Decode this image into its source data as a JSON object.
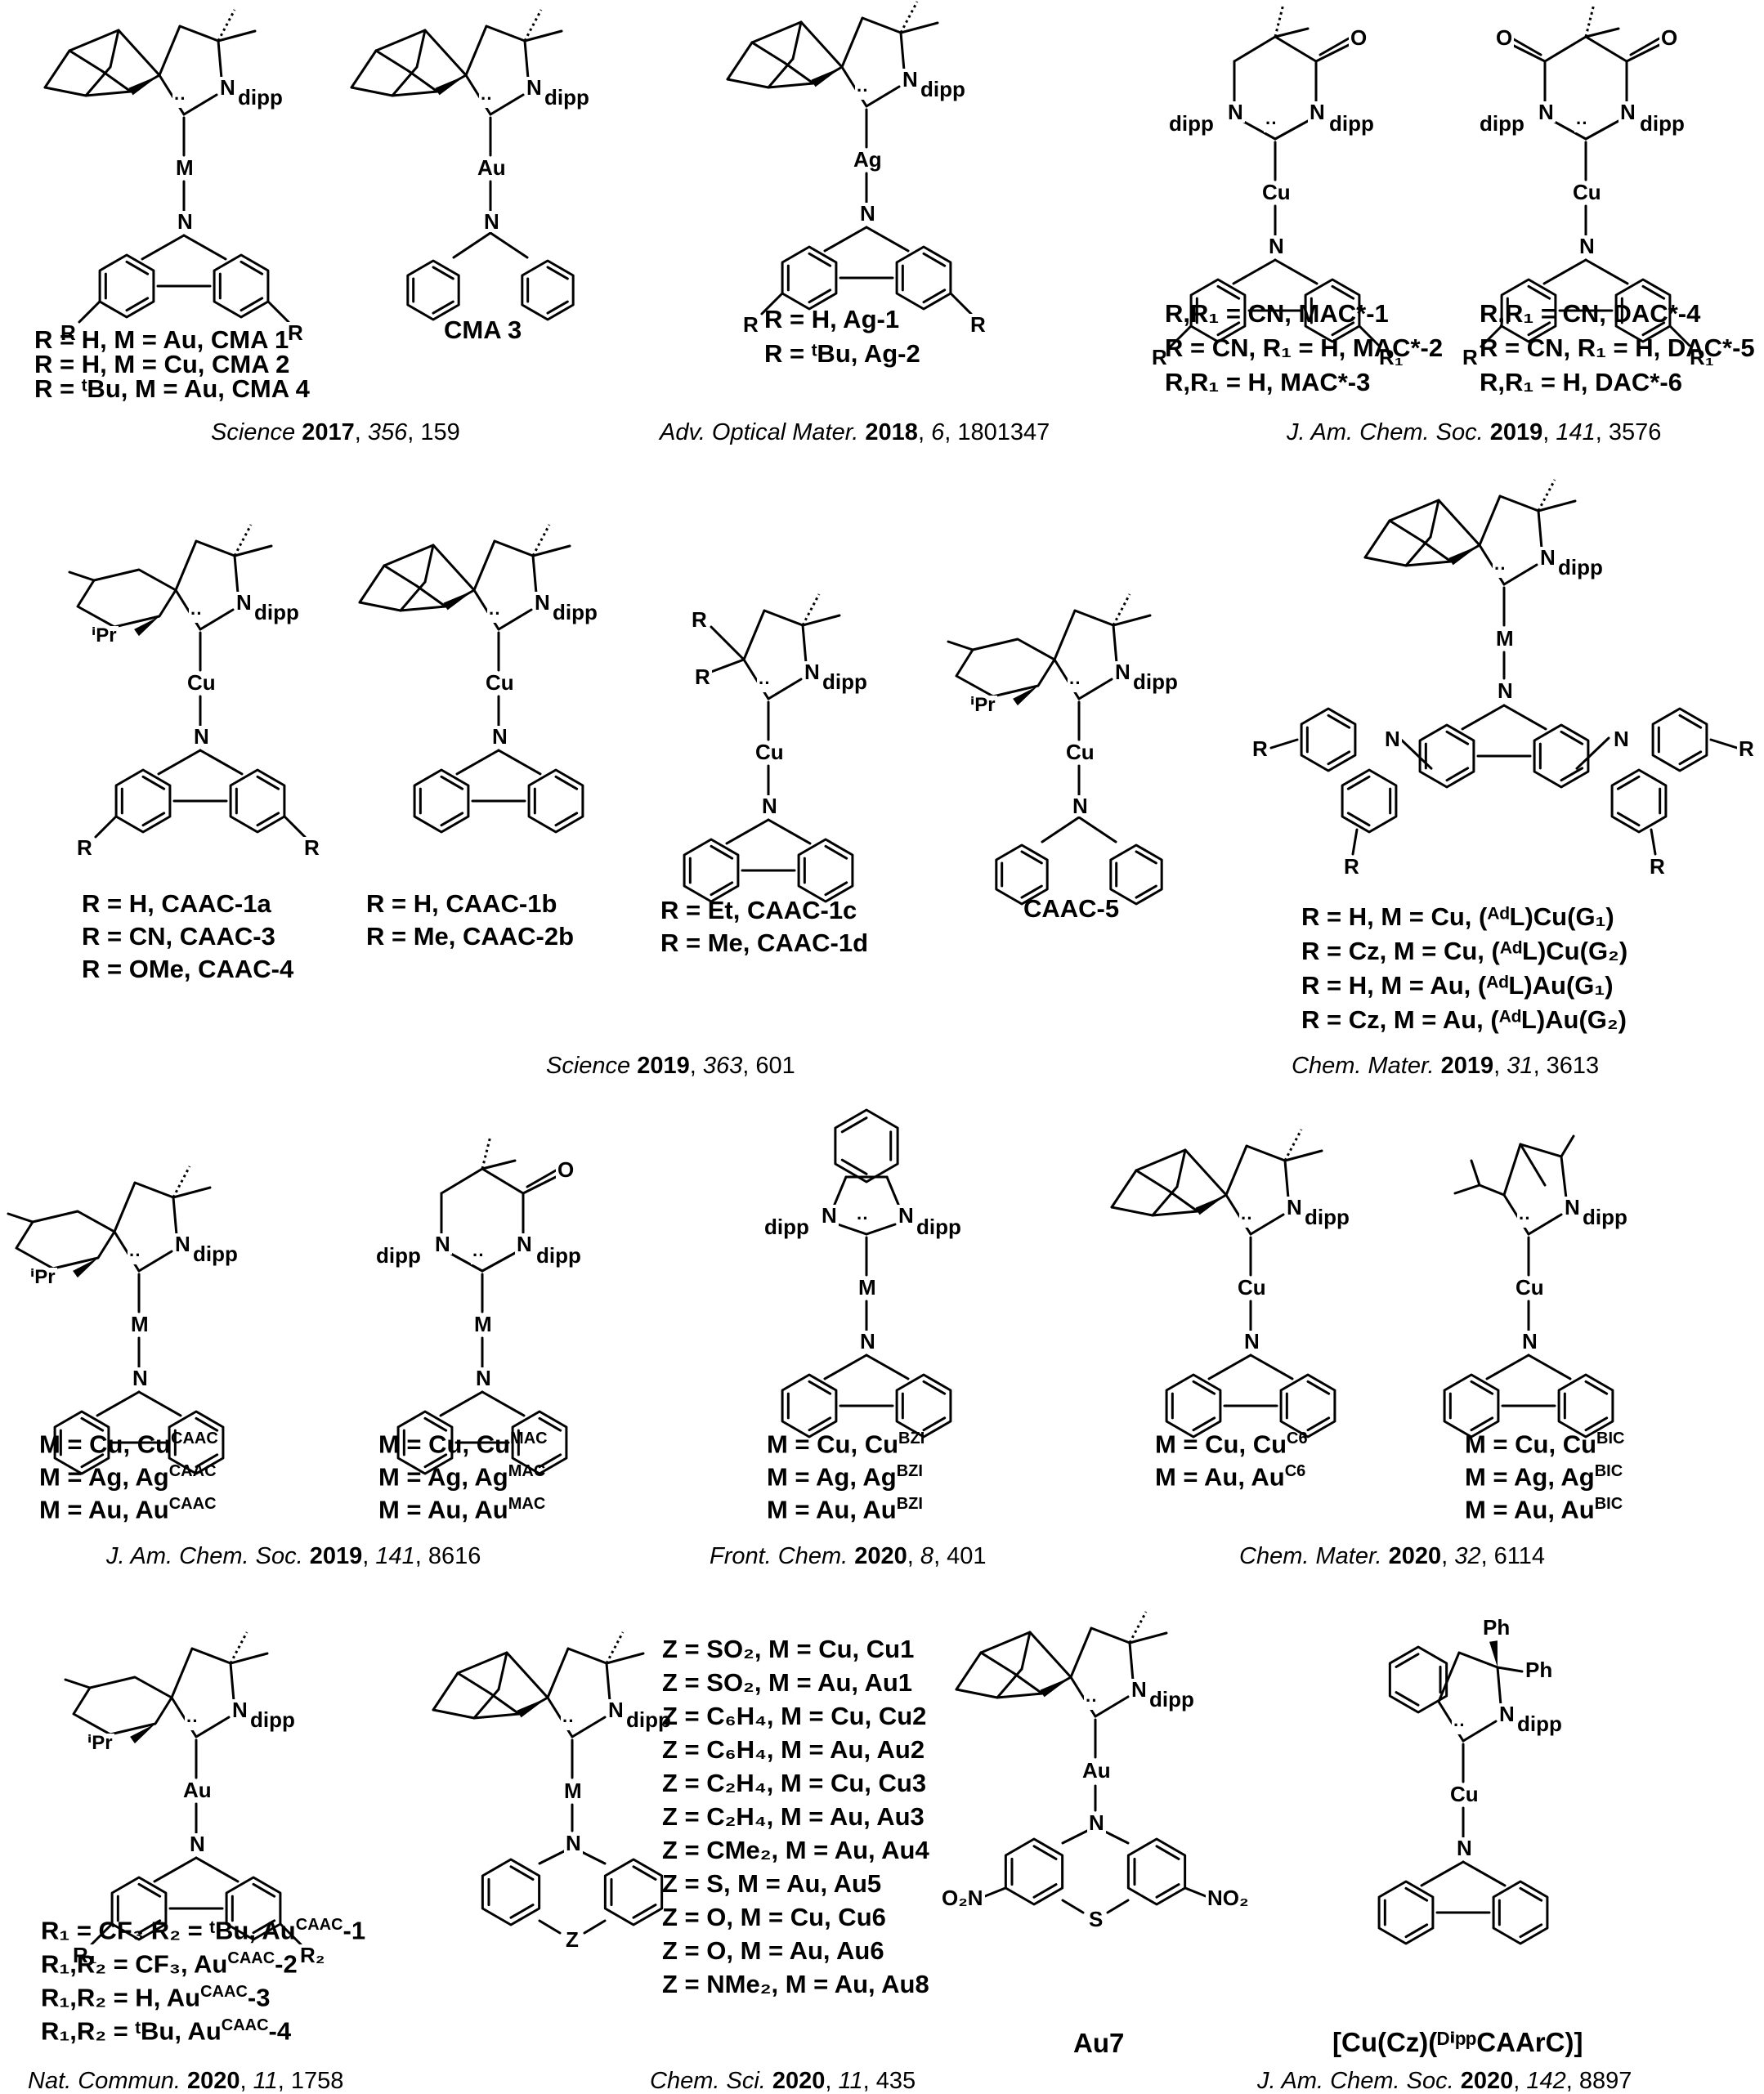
{
  "row1": {
    "cma": {
      "labels": [
        "R = H, M = Au, CMA 1",
        "R = H, M = Cu, CMA 2",
        "R = ᵗBu, M = Au, CMA 4"
      ],
      "cma3": "CMA 3",
      "caption": {
        "journal": "Science",
        "year": "2017",
        "vol": "356",
        "page": ", 159"
      }
    },
    "ag": {
      "labels": [
        "R = H, Ag-1",
        "R = ᵗBu, Ag-2"
      ],
      "caption": {
        "journal": "Adv. Optical Mater.",
        "year": "2018",
        "vol": "6",
        "page": ", 1801347"
      }
    },
    "mac": {
      "labels": [
        "R,R₁ = CN, MAC*-1",
        "R = CN, R₁ = H, MAC*-2",
        "R,R₁ = H, MAC*-3"
      ],
      "dac": [
        "R,R₁ = CN, DAC*-4",
        "R = CN, R₁ = H, DAC*-5",
        "R,R₁ = H, DAC*-6"
      ],
      "caption": {
        "journal": "J. Am. Chem. Soc.",
        "year": "2019",
        "vol": "141",
        "page": ", 3576"
      }
    }
  },
  "row2": {
    "caac1": [
      "R = H, CAAC-1a",
      "R = CN, CAAC-3",
      "R = OMe, CAAC-4"
    ],
    "caac2": [
      "R = H, CAAC-1b",
      "R = Me, CAAC-2b"
    ],
    "caac3": [
      "R = Et, CAAC-1c",
      "R = Me, CAAC-1d"
    ],
    "caac5": "CAAC-5",
    "caption": {
      "journal": "Science",
      "year": "2019",
      "vol": "363",
      "page": ", 601"
    },
    "adl": [
      "R = H, M = Cu, (ᴬᵈL)Cu(G₁)",
      "R = Cz, M = Cu, (ᴬᵈL)Cu(G₂)",
      "R = H, M = Au, (ᴬᵈL)Au(G₁)",
      "R = Cz, M = Au, (ᴬᵈL)Au(G₂)"
    ],
    "adl_caption": {
      "journal": "Chem. Mater.",
      "year": "2019",
      "vol": "31",
      "page": ", 3613"
    }
  },
  "row3": {
    "caac": [
      "M = Cu, Cu",
      "M = Ag, Ag",
      "M = Au, Au"
    ],
    "caac_sup": "CAAC",
    "mac": [
      "M = Cu, Cu",
      "M = Ag, Ag",
      "M = Au, Au"
    ],
    "mac_sup": "MAC",
    "caption1": {
      "journal": "J. Am. Chem. Soc.",
      "year": "2019",
      "vol": "141",
      "page": ", 8616"
    },
    "bzi": [
      "M = Cu, Cu",
      "M = Ag, Ag",
      "M = Au, Au"
    ],
    "bzi_sup": "BZI",
    "caption2": {
      "journal": "Front. Chem.",
      "year": "2020",
      "vol": "8",
      "page": ", 401"
    },
    "c6": [
      "M = Cu, Cu",
      "M = Au, Au"
    ],
    "c6_sup": "C6",
    "bic": [
      "M = Cu, Cu",
      "M = Ag, Ag",
      "M = Au, Au"
    ],
    "bic_sup": "BIC",
    "caption3": {
      "journal": "Chem. Mater.",
      "year": "2020",
      "vol": "32",
      "page": ", 6114"
    }
  },
  "row4": {
    "aucaac": [
      "R₁ = CF₃ R₂ = ᵗBu, Au",
      "R₁,R₂ = CF₃, Au",
      "R₁,R₂ = H, Au",
      "R₁,R₂ = ᵗBu, Au"
    ],
    "aucaac_sup": "CAAC",
    "aucaac_suffix": [
      "-1",
      "-2",
      "-3",
      "-4"
    ],
    "caption1": {
      "journal": "Nat. Commun.",
      "year": "2020",
      "vol": "11",
      "page": ", 1758"
    },
    "z_list": [
      "Z = SO₂, M = Cu, Cu1",
      "Z = SO₂, M = Au, Au1",
      "Z = C₆H₄, M = Cu, Cu2",
      "Z = C₆H₄, M = Au, Au2",
      "Z = C₂H₄, M = Cu, Cu3",
      "Z = C₂H₄, M = Au, Au3",
      "Z = CMe₂, M = Au, Au4",
      "Z = S, M = Au, Au5",
      "Z = O, M = Cu, Cu6",
      "Z = O, M = Au, Au6",
      "Z = NMe₂, M = Au, Au8"
    ],
    "caption2": {
      "journal": "Chem. Sci.",
      "year": "2020",
      "vol": "11",
      "page": ", 435"
    },
    "au7": "Au7",
    "caar": "[Cu(Cz)(ᴰⁱᵖᵖCAArC)]",
    "caption3": {
      "journal": "J. Am. Chem. Soc.",
      "year": "2020",
      "vol": "142",
      "page": ", 8897"
    }
  },
  "atoms": {
    "N": "N",
    "dipp": "dipp",
    "M": "M",
    "Au": "Au",
    "Ag": "Ag",
    "Cu": "Cu",
    "R": "R",
    "R1": "R₁",
    "R2": "R₂",
    "O": "O",
    "S": "S",
    "Z": "Z",
    "Ph": "Ph",
    "iPr": "ⁱPr",
    "NO2": "NO₂",
    "O2N": "O₂N",
    "carbene": "··"
  }
}
